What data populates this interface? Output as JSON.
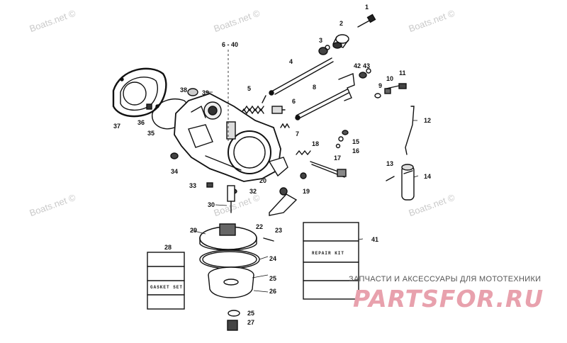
{
  "watermark": "Boats.net ©",
  "brand": {
    "tagline": "ЗАПЧАСТИ И АКСЕССУАРЫ ДЛЯ МОТОТЕХНИКИ",
    "logo": "PARTSFOR.RU",
    "color": "#e8a1ad"
  },
  "diagram": {
    "kits": {
      "gasket": "GASKET SET",
      "repair": "REPAIR KIT"
    },
    "part_labels": [
      "1",
      "2",
      "3",
      "4",
      "5",
      "6",
      "7",
      "8",
      "9",
      "10",
      "11",
      "12",
      "13",
      "14",
      "15",
      "16",
      "17",
      "18",
      "19",
      "20",
      "22",
      "23",
      "24",
      "25",
      "25",
      "26",
      "27",
      "28",
      "29",
      "30",
      "32",
      "33",
      "34",
      "35",
      "36",
      "37",
      "38",
      "39",
      "41",
      "42",
      "43",
      "6 - 40"
    ]
  }
}
